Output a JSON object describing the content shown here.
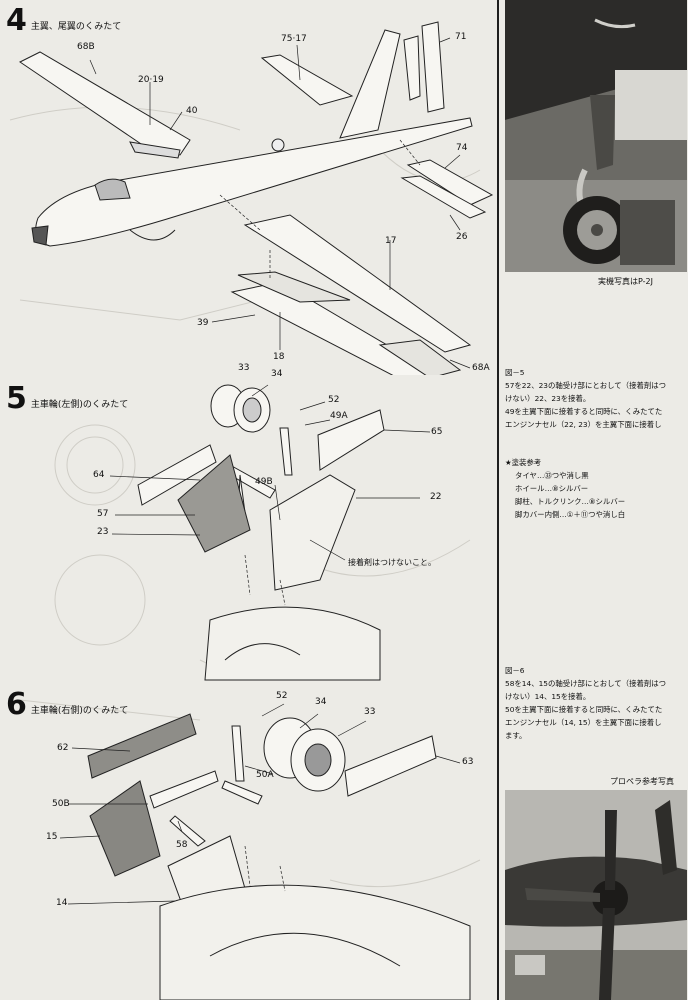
{
  "sections": [
    {
      "number": "4",
      "title": "主翼、尾翼のくみたて"
    },
    {
      "number": "5",
      "title": "主車輪(左側)のくみたて"
    },
    {
      "number": "6",
      "title": "主車輪(右側)のくみたて"
    }
  ],
  "step4": {
    "labels": [
      "68B",
      "20·19",
      "40",
      "75·17",
      "71",
      "74",
      "26",
      "17",
      "39",
      "18",
      "68A"
    ]
  },
  "step5": {
    "labels": [
      "33",
      "34",
      "52",
      "49A",
      "65",
      "64",
      "49B",
      "22",
      "57",
      "23"
    ],
    "note": "接着剤はつけないこと。"
  },
  "step6": {
    "labels": [
      "52",
      "34",
      "33",
      "62",
      "50A",
      "63",
      "50B",
      "15",
      "58",
      "14"
    ]
  },
  "photo1": {
    "caption": "実機写真はP-2J"
  },
  "figure5": {
    "title": "図－5",
    "lines": [
      "57を22、23の軸受け部にとおして（接着剤はつ",
      "けない）22、23を接着。",
      "49を主翼下面に接着すると同時に、くみたてた",
      "エンジンナセル（22, 23）を主翼下面に接着し"
    ]
  },
  "paint": {
    "title": "★塗装参考",
    "lines": [
      "タイヤ…㉝つや消し黒",
      "ホイール…⑧シルバー",
      "脚柱、トルクリンク…⑧シルバー",
      "脚カバー内側…①＋⑪つや消し白"
    ]
  },
  "figure6": {
    "title": "図－6",
    "lines": [
      "58を14、15の軸受け部にとおして（接着剤はつ",
      "けない）14、15を接着。",
      "50を主翼下面に接着すると同時に、くみたてた",
      "エンジンナセル（14, 15）を主翼下面に接着し",
      "ます。"
    ]
  },
  "photo2": {
    "caption": "プロペラ参考写真"
  }
}
